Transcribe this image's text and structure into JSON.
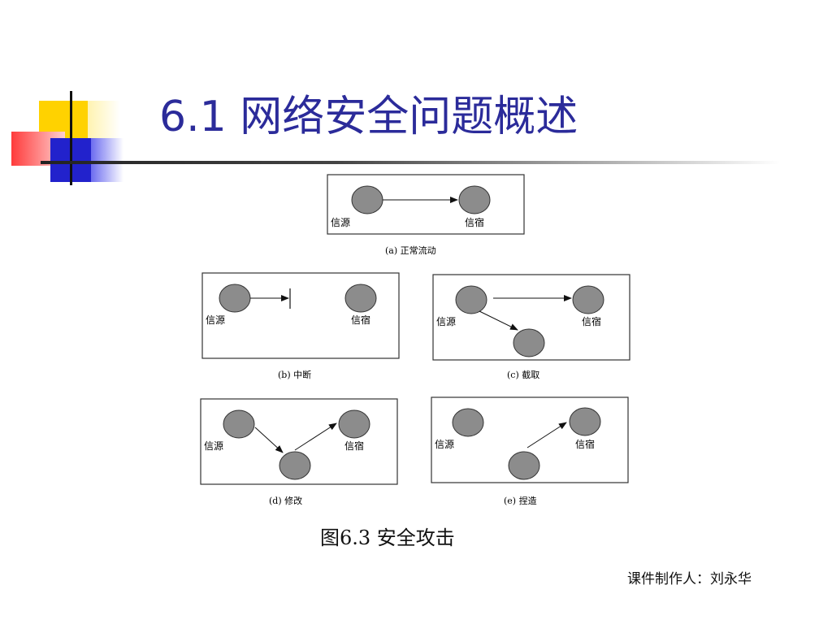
{
  "slide": {
    "title": "6.1  网络安全问题概述",
    "figure_caption": "图6.3  安全攻击",
    "author": "课件制作人：刘永华"
  },
  "labels": {
    "source": "信源",
    "sink": "信宿"
  },
  "panels": [
    {
      "id": "a",
      "caption": "(a)  正常流动"
    },
    {
      "id": "b",
      "caption": "(b)  中断"
    },
    {
      "id": "c",
      "caption": "(c)  截取"
    },
    {
      "id": "d",
      "caption": "(d)  修改"
    },
    {
      "id": "e",
      "caption": "(e)  捏造"
    }
  ],
  "colors": {
    "title": "#2b2b9a",
    "node_fill": "#8c8c8c",
    "deco_yellow": "#ffd200",
    "deco_red": "#ff4d4d",
    "deco_blue": "#2222cc"
  }
}
